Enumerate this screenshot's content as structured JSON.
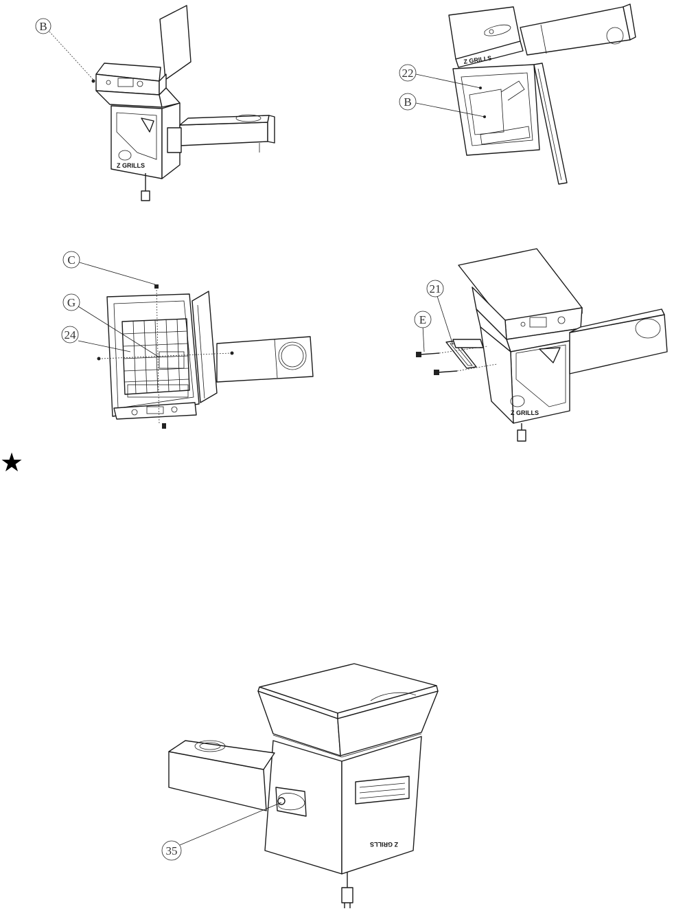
{
  "callouts": {
    "p1_b": "B",
    "p2_22": "22",
    "p2_b": "B",
    "p3_c": "C",
    "p3_g": "G",
    "p3_24": "24",
    "p4_21": "21",
    "p4_e": "E",
    "p5_35": "35"
  },
  "brand": {
    "p1": "Z GRILLS",
    "p2": "Z GRILLS",
    "p4": "Z GRILLS",
    "p5": "Z GRILLS"
  },
  "marker": {
    "star": "★"
  },
  "colors": {
    "line": "#1a1a1a",
    "callout": "#333333",
    "background": "#ffffff"
  }
}
